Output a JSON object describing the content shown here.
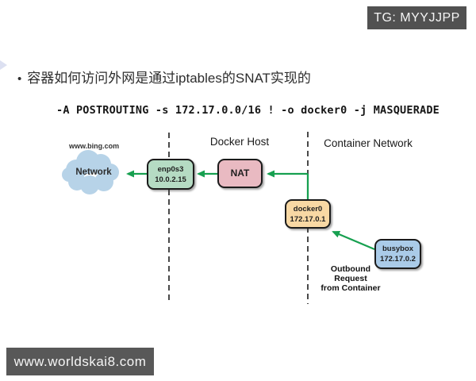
{
  "watermarks": {
    "top_right": "TG: MYYJJPP",
    "bottom_left": "www.worldskai8.com"
  },
  "heading": {
    "bullet": "•",
    "text": "容器如何访问外网是通过iptables的SNAT实现的"
  },
  "command": "-A POSTROUTING -s 172.17.0.0/16 ! -o docker0 -j MASQUERADE",
  "diagram": {
    "zones": {
      "docker_host": "Docker Host",
      "container_network": "Container Network"
    },
    "external": {
      "url_label": "www.bing.com",
      "cloud_label": "Network"
    },
    "nodes": {
      "enp0s3": {
        "name": "enp0s3",
        "ip": "10.0.2.15",
        "fill": "#b5dbc3"
      },
      "nat": {
        "name": "NAT",
        "fill": "#e9bac2"
      },
      "docker0": {
        "name": "docker0",
        "ip": "172.17.0.1",
        "fill": "#f8d8a4"
      },
      "busybox": {
        "name": "busybox",
        "ip": "172.17.0.2",
        "fill": "#aacbe8"
      }
    },
    "annotation": "Outbound\nRequest\nfrom Container",
    "colors": {
      "arrow_green": "#17a050",
      "cloud_blue": "#b7d3e8",
      "separator_black": "#1c1c1c",
      "badge_gray": "#515151"
    }
  }
}
